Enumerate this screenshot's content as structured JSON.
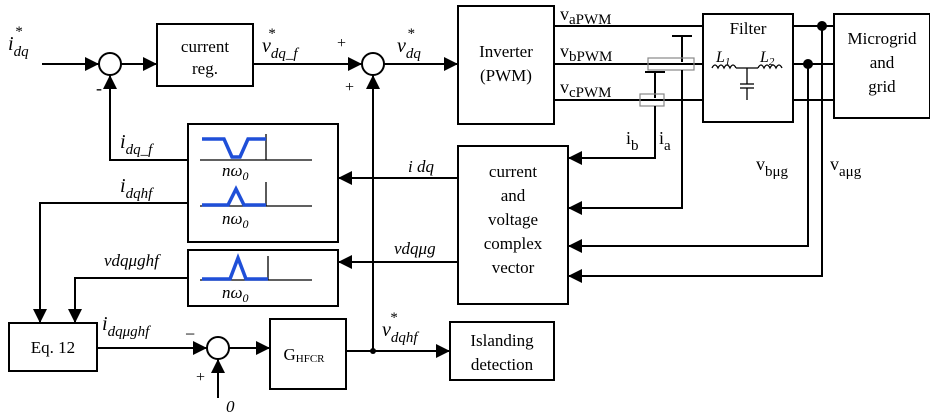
{
  "blocks": {
    "current_reg": [
      "current",
      "reg."
    ],
    "inverter": [
      "Inverter",
      "(PWM)"
    ],
    "filter": "Filter",
    "microgrid": [
      "Microgrid",
      "and",
      "grid"
    ],
    "cv_complex": [
      "current",
      "and",
      "voltage",
      "complex",
      "vector"
    ],
    "eq12": "Eq. 12",
    "hfcr": {
      "main": "G",
      "sub": "HFCR"
    },
    "islanding": [
      "Islanding",
      "detection"
    ]
  },
  "signals": {
    "idq_star": {
      "main": "i",
      "sub": "dq",
      "sup": "*"
    },
    "vdq_f_star": {
      "main": "v",
      "sub": "dq_f",
      "sup": "*"
    },
    "vdq_star": {
      "main": "v",
      "sub": "dq",
      "sup": "*"
    },
    "vaPWM": {
      "main": "v",
      "sub": "aPWM"
    },
    "vbPWM": {
      "main": "v",
      "sub": "bPWM"
    },
    "vcPWM": {
      "main": "v",
      "sub": "cPWM"
    },
    "L1": {
      "main": "L",
      "sub": "1"
    },
    "L2": {
      "main": "L",
      "sub": "2"
    },
    "ib": {
      "main": "i",
      "sub": "b"
    },
    "ia": {
      "main": "i",
      "sub": "a"
    },
    "vbug": {
      "main": "v",
      "sub": "bμg"
    },
    "vaug": {
      "main": "v",
      "sub": "aμg"
    },
    "idq_f": {
      "main": "i",
      "sub": "dq_f"
    },
    "idqhf": {
      "main": "i",
      "sub": "dqhf"
    },
    "idq": "i dq",
    "vdqug": "vdqμg",
    "vdqughf": "vdqμghf",
    "idqughf": {
      "main": "i",
      "sub": "dqμghf"
    },
    "vdqhf_star": {
      "main": "v",
      "sub": "dqhf",
      "sup": "*"
    },
    "zero": "0",
    "n_omega0": {
      "main": "nω",
      "sub": "0"
    }
  },
  "signs": {
    "plus_sum1_top": "+",
    "minus_sum1": "-",
    "plus_sum2_bottom": "+",
    "minus_sum3": "−",
    "plus_sum3": "+"
  }
}
